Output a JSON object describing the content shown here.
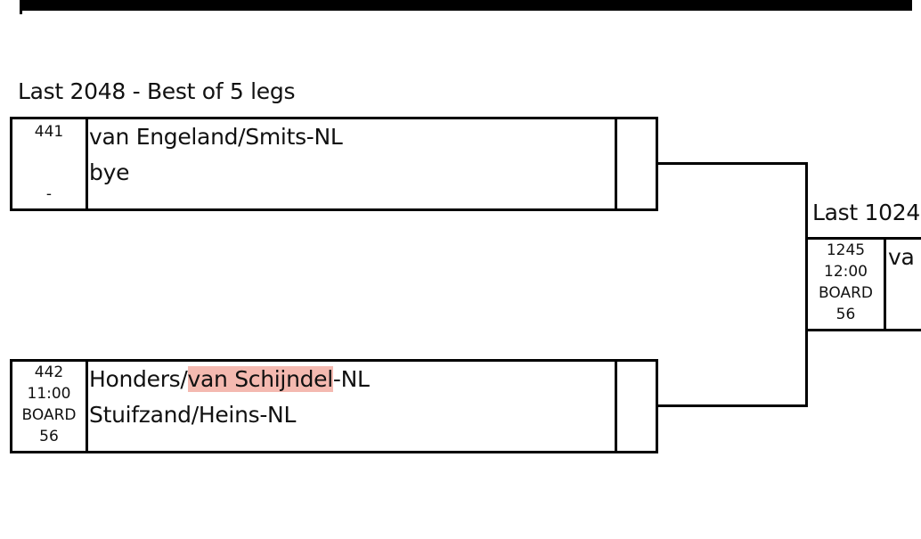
{
  "rounds": {
    "last2048_title": "Last 2048 - Best of 5 legs",
    "last1024_title": "Last 1024"
  },
  "matches": [
    {
      "number": "441",
      "time": "",
      "board_label": "",
      "board_number": "-",
      "player1": "van Engeland/Smits-NL",
      "player2": "bye"
    },
    {
      "number": "442",
      "time": "11:00",
      "board_label": "BOARD",
      "board_number": "56",
      "player1_prefix": "Honders/",
      "player1_highlight": "van Schijndel",
      "player1_suffix": "-NL",
      "player2": "Stuifzand/Heins-NL"
    },
    {
      "number": "1245",
      "time": "12:00",
      "board_label": "BOARD",
      "board_number": "56",
      "player1_partial": "va"
    }
  ],
  "colors": {
    "highlight": "#f4b9b0",
    "lines": "#000000"
  }
}
